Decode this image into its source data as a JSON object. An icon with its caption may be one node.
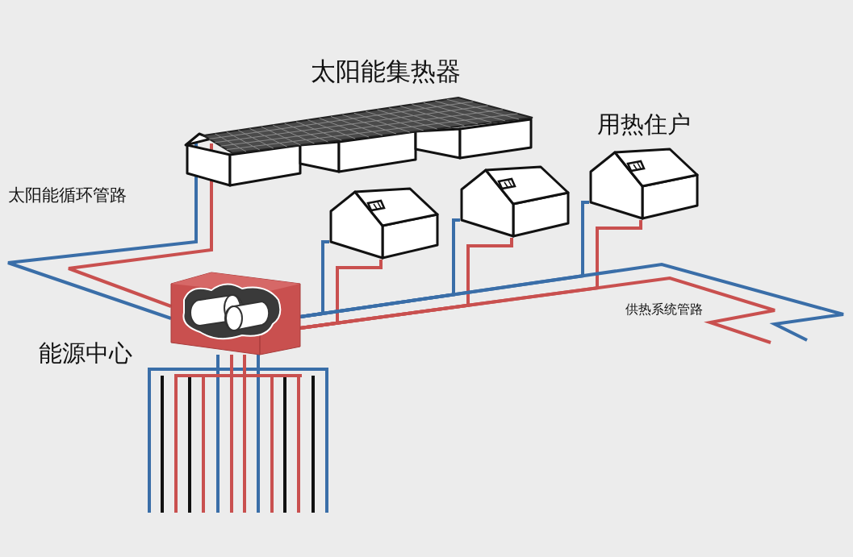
{
  "diagram": {
    "nodes": [
      {
        "text": [],
        "shape": "picture",
        "beside": [
          "太阳能集热器"
        ]
      },
      {
        "text": [],
        "shape": "picture"
      },
      {
        "text": [],
        "shape": "picture"
      },
      {
        "text": [],
        "shape": "picture"
      },
      {
        "text": [],
        "shape": "picture",
        "beside": [
          "能源中心"
        ]
      }
    ],
    "edges": [
      {
        "from": 0,
        "to": 4,
        "arrow": "none",
        "color": "#3a6ea8"
      },
      {
        "from": 0,
        "to": 4,
        "arrow": "none",
        "color": "#c9504f"
      },
      {
        "from": 4,
        "to": 1,
        "arrow": "none",
        "color": "#3a6ea8"
      },
      {
        "from": 4,
        "to": 1,
        "arrow": "none",
        "color": "#c9504f"
      },
      {
        "from": 4,
        "to": 2,
        "arrow": "none",
        "color": "#3a6ea8"
      },
      {
        "from": 4,
        "to": 2,
        "arrow": "none",
        "color": "#c9504f"
      },
      {
        "from": 4,
        "to": 3,
        "arrow": "none",
        "color": "#3a6ea8"
      },
      {
        "from": 4,
        "to": 3,
        "arrow": "none",
        "color": "#c9504f"
      },
      {
        "from": 4,
        "to": null,
        "arrow": "none",
        "color": "#3a6ea8"
      },
      {
        "from": 4,
        "to": null,
        "arrow": "none",
        "color": "#c9504f"
      }
    ],
    "labels": [
      "太阳能循环管路",
      "用热住户",
      "供热系统管路"
    ]
  }
}
